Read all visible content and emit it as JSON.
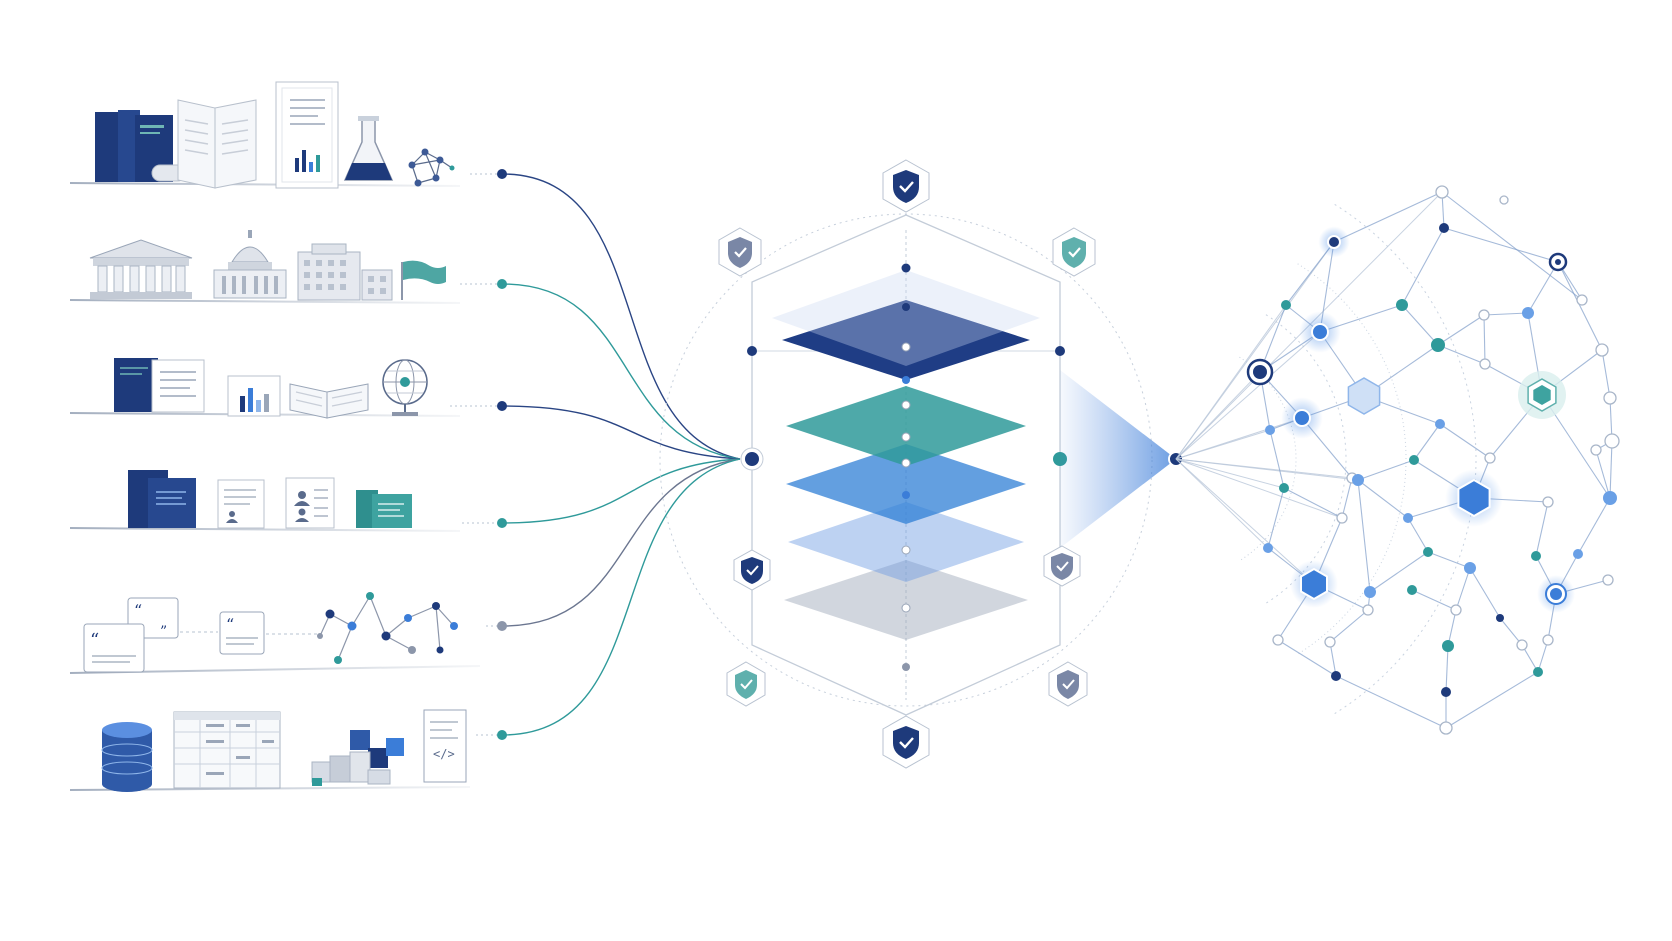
{
  "colors": {
    "navy": "#1e3a7b",
    "navy_dark": "#172f66",
    "teal": "#2f9a9a",
    "teal_light": "#7cc3c3",
    "blue": "#3b7dd8",
    "blue_light": "#8fb6ea",
    "slate": "#8c96aa",
    "gray_light": "#c9d1dc",
    "line_gray": "#b7c3d2",
    "shield_navy": "#1e3a7b",
    "shield_slate": "#7a87a6",
    "shield_teal": "#5fb0ad"
  },
  "sources": [
    {
      "name": "academic-publications",
      "icons": [
        "book-stack-icon",
        "open-book-icon",
        "research-report-icon",
        "flask-icon",
        "molecule-icon"
      ],
      "connector": "navy"
    },
    {
      "name": "government-institutions",
      "icons": [
        "courthouse-icon",
        "capitol-dome-icon",
        "office-building-icon",
        "flag-icon"
      ],
      "connector": "teal"
    },
    {
      "name": "reference-works",
      "icons": [
        "encyclopedia-icon",
        "chart-document-icon",
        "open-book-icon",
        "globe-icon"
      ],
      "connector": "navy"
    },
    {
      "name": "professional-records",
      "icons": [
        "binder-icon",
        "profile-document-icon",
        "profile-document-icon",
        "teal-book-icon"
      ],
      "connector": "teal"
    },
    {
      "name": "community-discussions",
      "icons": [
        "quote-card-icon",
        "quote-card-icon",
        "network-graph-icon"
      ],
      "connector": "slate"
    },
    {
      "name": "structured-data",
      "icons": [
        "database-icon",
        "spreadsheet-icon",
        "data-cubes-icon",
        "code-document-icon"
      ],
      "connector": "teal"
    }
  ],
  "core": {
    "layers": [
      "navy",
      "teal",
      "blue",
      "blue_light",
      "gray_light"
    ],
    "shields": [
      "shield-check-icon",
      "shield-check-icon",
      "shield-check-icon",
      "shield-check-icon",
      "shield-check-icon",
      "shield-check-icon",
      "shield-check-icon",
      "shield-check-icon"
    ]
  },
  "network": {
    "node_kinds": [
      "navy",
      "teal",
      "blue",
      "hollow",
      "hexagon"
    ]
  }
}
